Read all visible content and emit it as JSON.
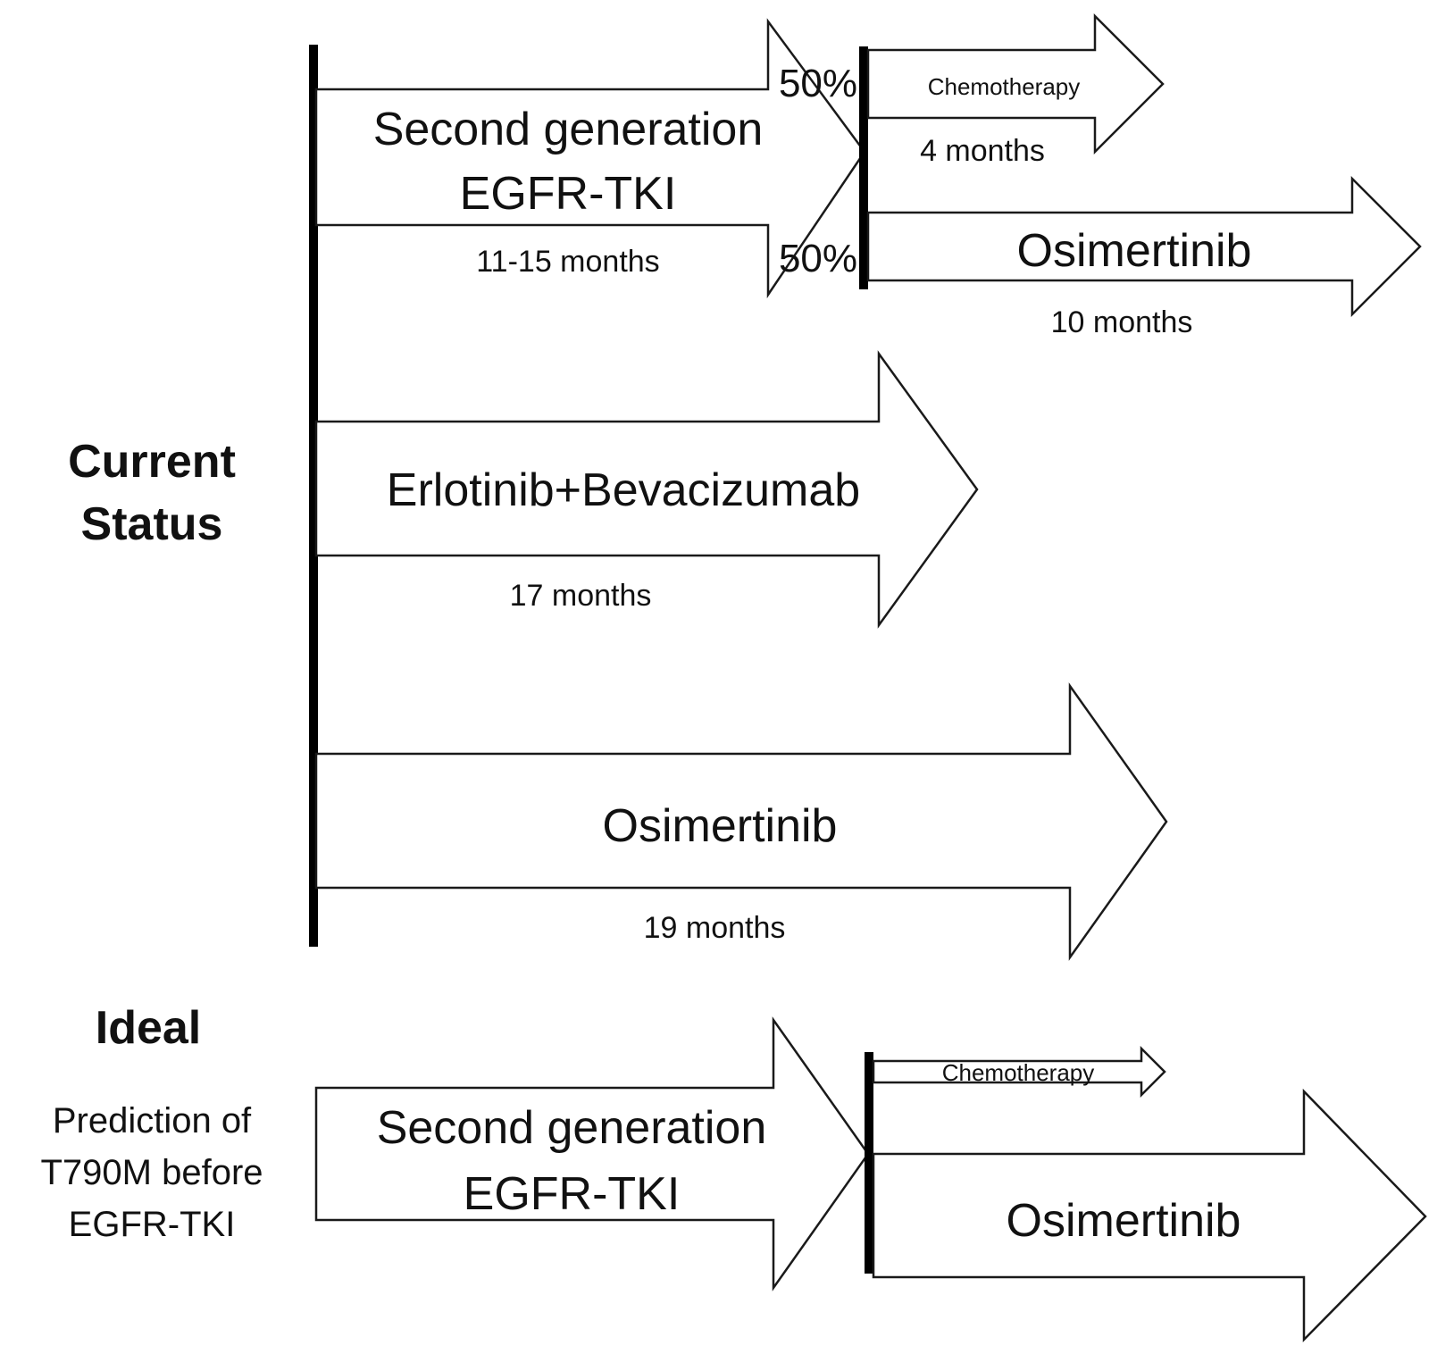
{
  "current_status": {
    "label_line1": "Current",
    "label_line2": "Status",
    "row1": {
      "drug_line1": "Second generation",
      "drug_line2": "EGFR-TKI",
      "duration": "11-15 months",
      "split_top": "50%",
      "split_bottom": "50%",
      "branch_top": {
        "drug": "Chemotherapy",
        "duration": "4 months"
      },
      "branch_bottom": {
        "drug": "Osimertinib",
        "duration": "10 months"
      }
    },
    "row2": {
      "drug": "Erlotinib+Bevacizumab",
      "duration": "17 months"
    },
    "row3": {
      "drug": "Osimertinib",
      "duration": "19 months"
    }
  },
  "ideal": {
    "label": "Ideal",
    "prediction_line1": "Prediction of",
    "prediction_line2": "T790M before",
    "prediction_line3": "EGFR-TKI",
    "first_line1": "Second generation",
    "first_line2": "EGFR-TKI",
    "branch_top": "Chemotherapy",
    "branch_bottom": "Osimertinib"
  }
}
